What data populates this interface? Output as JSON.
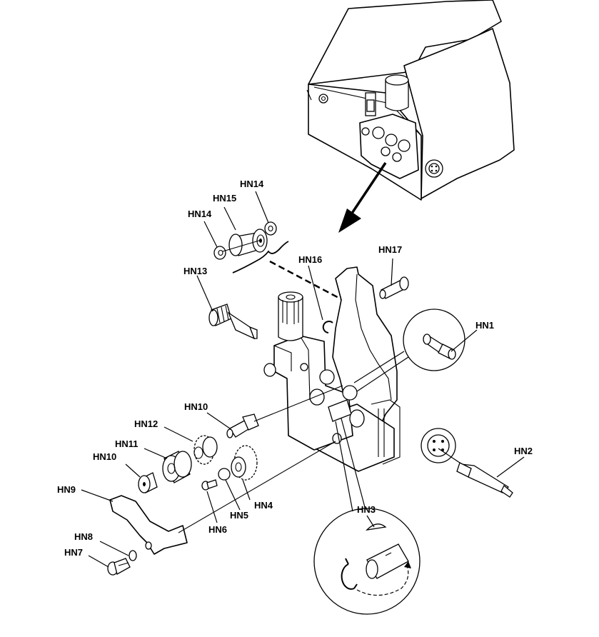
{
  "labels": {
    "hn1": "HN1",
    "hn2": "HN2",
    "hn3": "HN3",
    "hn4": "HN4",
    "hn5": "HN5",
    "hn6": "HN6",
    "hn7": "HN7",
    "hn8": "HN8",
    "hn9": "HN9",
    "hn10_upper": "HN10",
    "hn10_lower": "HN10",
    "hn11": "HN11",
    "hn12": "HN12",
    "hn13": "HN13",
    "hn14_upper": "HN14",
    "hn14_lower": "HN14",
    "hn15": "HN15",
    "hn16": "HN16",
    "hn17": "HN17"
  }
}
